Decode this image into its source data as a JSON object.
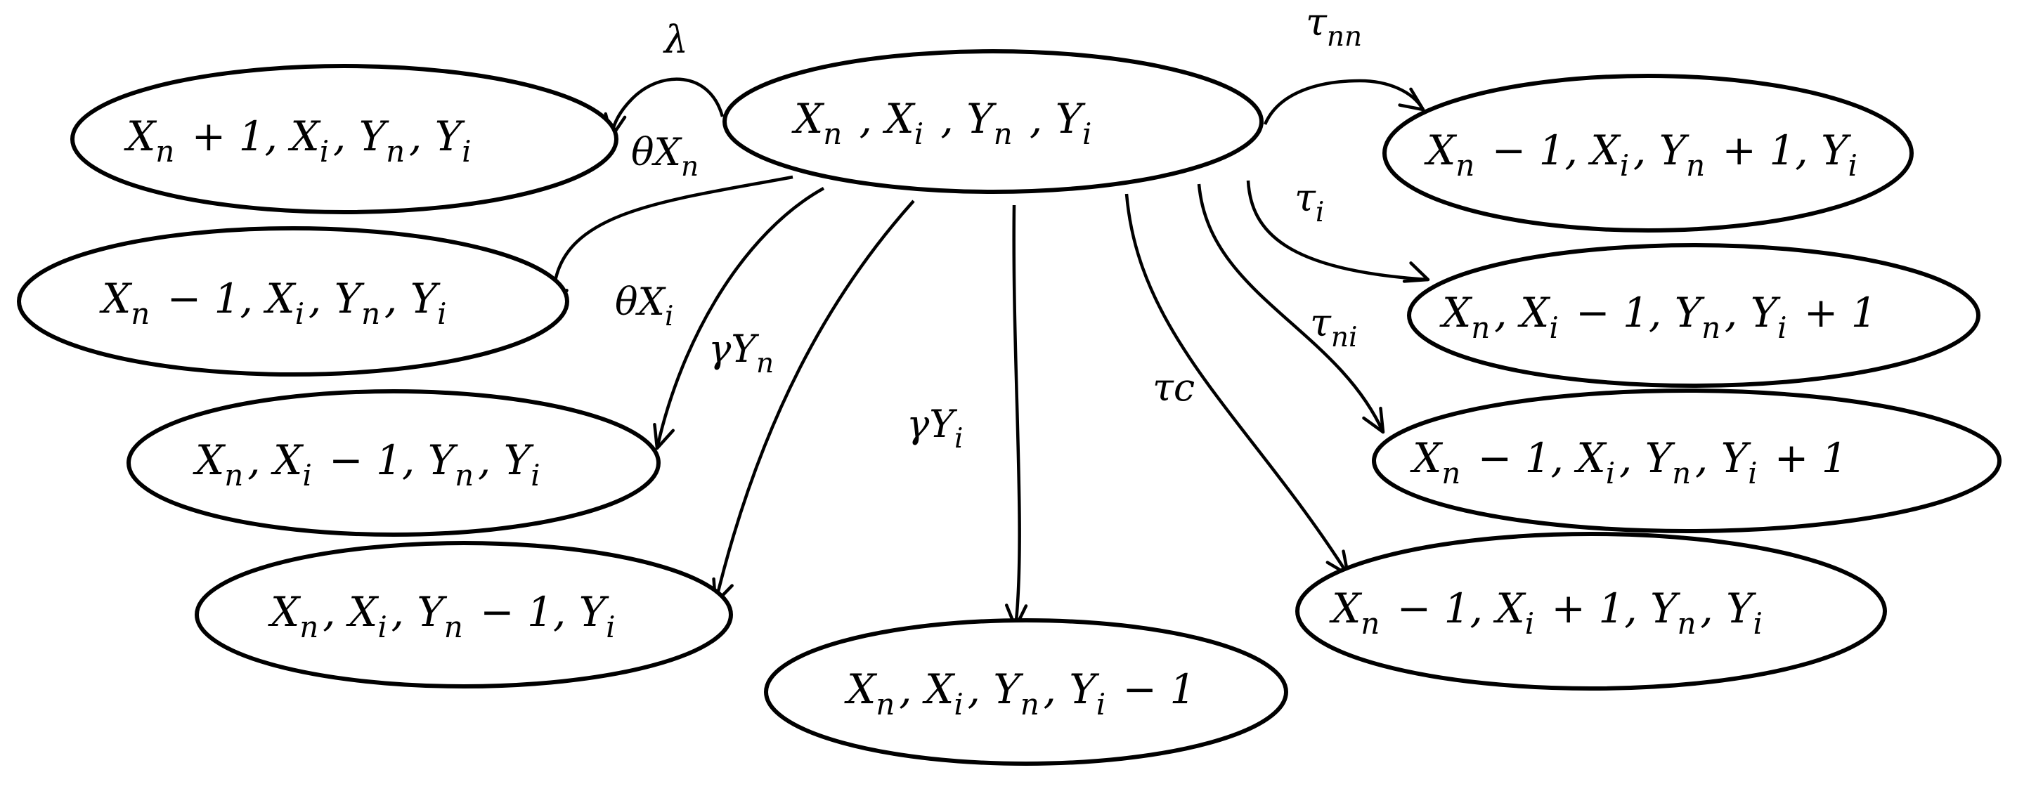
{
  "nodes": [
    {
      "id": "center",
      "label": [
        [
          "X",
          "n"
        ],
        [
          " , ",
          ""
        ],
        [
          "X",
          "i"
        ],
        [
          " , ",
          ""
        ],
        [
          "Y",
          "n"
        ],
        [
          " , ",
          ""
        ],
        [
          "Y",
          "i"
        ]
      ]
    },
    {
      "id": "xn-plus-1",
      "label": [
        [
          "X",
          "n"
        ],
        [
          " + 1, ",
          ""
        ],
        [
          "X",
          "i"
        ],
        [
          ", ",
          ""
        ],
        [
          "Y",
          "n"
        ],
        [
          ", ",
          ""
        ],
        [
          "Y",
          "i"
        ]
      ]
    },
    {
      "id": "xn-minus-1",
      "label": [
        [
          "X",
          "n"
        ],
        [
          " − 1, ",
          ""
        ],
        [
          "X",
          "i"
        ],
        [
          ", ",
          ""
        ],
        [
          "Y",
          "n"
        ],
        [
          ", ",
          ""
        ],
        [
          "Y",
          "i"
        ]
      ]
    },
    {
      "id": "xi-minus-1",
      "label": [
        [
          "X",
          "n"
        ],
        [
          ", ",
          ""
        ],
        [
          "X",
          "i"
        ],
        [
          " − 1, ",
          ""
        ],
        [
          "Y",
          "n"
        ],
        [
          ", ",
          ""
        ],
        [
          "Y",
          "i"
        ]
      ]
    },
    {
      "id": "yn-minus-1",
      "label": [
        [
          "X",
          "n"
        ],
        [
          ", ",
          ""
        ],
        [
          "X",
          "i"
        ],
        [
          ", ",
          ""
        ],
        [
          "Y",
          "n"
        ],
        [
          " − 1, ",
          ""
        ],
        [
          "Y",
          "i"
        ]
      ]
    },
    {
      "id": "yi-minus-1",
      "label": [
        [
          "X",
          "n"
        ],
        [
          ", ",
          ""
        ],
        [
          "X",
          "i"
        ],
        [
          ", ",
          ""
        ],
        [
          "Y",
          "n"
        ],
        [
          ", ",
          ""
        ],
        [
          "Y",
          "i"
        ],
        [
          " − 1",
          ""
        ]
      ]
    },
    {
      "id": "tau-nn",
      "label": [
        [
          "X",
          "n"
        ],
        [
          " − 1,  ",
          ""
        ],
        [
          "X",
          "i"
        ],
        [
          ",  ",
          ""
        ],
        [
          "Y",
          "n"
        ],
        [
          " + 1, ",
          ""
        ],
        [
          "Y",
          "i"
        ]
      ]
    },
    {
      "id": "tau-i",
      "label": [
        [
          "X",
          "n"
        ],
        [
          ", ",
          ""
        ],
        [
          "X",
          "i"
        ],
        [
          " − 1, ",
          ""
        ],
        [
          "Y",
          "n"
        ],
        [
          ", ",
          ""
        ],
        [
          "Y",
          "i"
        ],
        [
          " + 1",
          ""
        ]
      ]
    },
    {
      "id": "tau-ni",
      "label": [
        [
          "X",
          "n"
        ],
        [
          " − 1, ",
          ""
        ],
        [
          "X",
          "i"
        ],
        [
          ", ",
          ""
        ],
        [
          "Y",
          "n"
        ],
        [
          ", ",
          ""
        ],
        [
          "Y",
          "i"
        ],
        [
          " + 1",
          ""
        ]
      ]
    },
    {
      "id": "tau-c",
      "label": [
        [
          "X",
          "n"
        ],
        [
          " − 1, ",
          ""
        ],
        [
          "X",
          "i"
        ],
        [
          " + 1, ",
          ""
        ],
        [
          "Y",
          "n"
        ],
        [
          ", ",
          ""
        ],
        [
          "Y",
          "i"
        ]
      ]
    }
  ],
  "edges": [
    {
      "from": "center",
      "to": "xn-plus-1",
      "label": [
        [
          "λ",
          ""
        ]
      ]
    },
    {
      "from": "center",
      "to": "xn-minus-1",
      "label": [
        [
          "θ",
          ""
        ],
        [
          "X",
          "n"
        ]
      ]
    },
    {
      "from": "center",
      "to": "xi-minus-1",
      "label": [
        [
          "θ",
          ""
        ],
        [
          "X",
          "i"
        ]
      ]
    },
    {
      "from": "center",
      "to": "yn-minus-1",
      "label": [
        [
          "γ",
          ""
        ],
        [
          "Y",
          "n"
        ]
      ]
    },
    {
      "from": "center",
      "to": "yi-minus-1",
      "label": [
        [
          "γ",
          ""
        ],
        [
          "Y",
          "i"
        ]
      ]
    },
    {
      "from": "center",
      "to": "tau-nn",
      "label": [
        [
          "τ",
          "nn"
        ]
      ]
    },
    {
      "from": "center",
      "to": "tau-i",
      "label": [
        [
          "τ",
          "i"
        ]
      ]
    },
    {
      "from": "center",
      "to": "tau-ni",
      "label": [
        [
          "τ",
          "ni"
        ]
      ]
    },
    {
      "from": "center",
      "to": "tau-c",
      "label": [
        [
          "τc",
          ""
        ]
      ]
    }
  ]
}
